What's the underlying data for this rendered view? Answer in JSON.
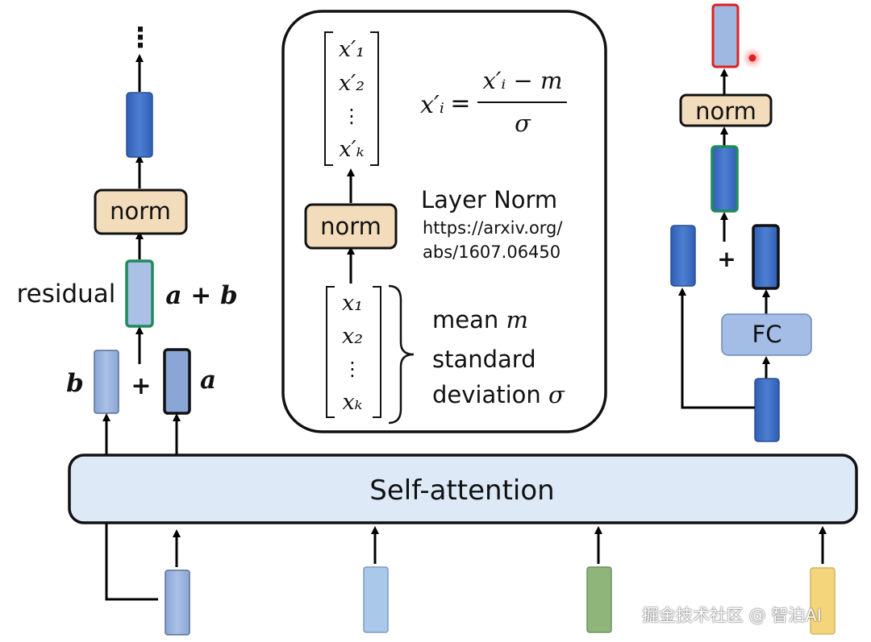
{
  "labels": {
    "norm": "norm",
    "residual": "residual",
    "plus": "+",
    "a": "a",
    "b": "b",
    "a_plus_b": "a + b",
    "dots": "⋮",
    "self_attention": "Self-attention",
    "layer_norm": "Layer Norm",
    "paper_url_line1": "https://arxiv.org/",
    "paper_url_line2": "abs/1607.06450",
    "mean_prefix": "mean ",
    "mean_symbol": "m",
    "standard": "standard",
    "deviation_prefix": "deviation ",
    "deviation_symbol": "σ",
    "fc": "FC"
  },
  "formula": {
    "lhs": "x′ᵢ",
    "equals": "=",
    "numerator": "x′ᵢ − m",
    "denominator": "σ"
  },
  "output_vector": [
    "x′₁",
    "x′₂",
    "⋮",
    "x′ₖ"
  ],
  "input_vector": [
    "x₁",
    "x₂",
    "⋮",
    "xₖ"
  ],
  "watermark": "掘金技术社区 @ 智泊AI",
  "colors": {
    "dark_blue": "#3f6fc4",
    "light_blue": "#9db6df",
    "pale_blue": "#a9c8ea",
    "green_vector": "#8fb57a",
    "yellow_vector": "#f5d57c",
    "norm_fill": "#f2dcbb",
    "fc_fill": "#a3bde6",
    "self_attention_fill": "#dde9f7",
    "green_outline": "#1f8a5a",
    "red_outline": "#e02020"
  }
}
